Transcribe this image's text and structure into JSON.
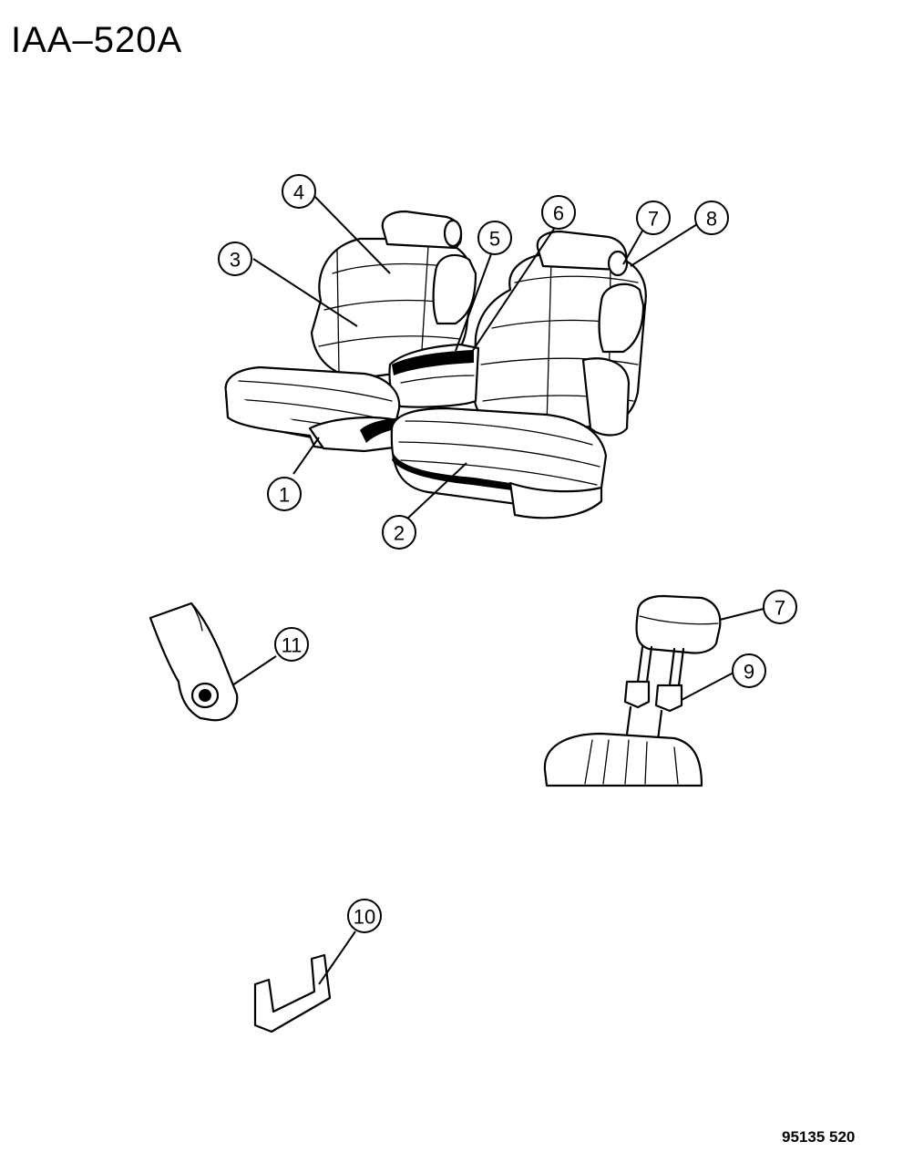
{
  "header": {
    "title": "IAA–520A"
  },
  "footer": {
    "code": "95135 520"
  },
  "callouts": {
    "c1": "1",
    "c2": "2",
    "c3": "3",
    "c4": "4",
    "c5": "5",
    "c6": "6",
    "c7a": "7",
    "c8": "8",
    "c7b": "7",
    "c9": "9",
    "c10": "10",
    "c11": "11"
  }
}
